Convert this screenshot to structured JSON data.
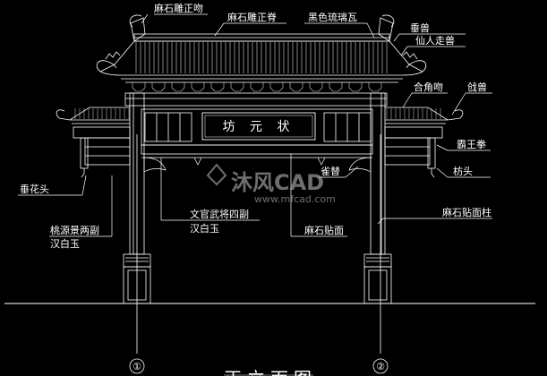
{
  "drawing": {
    "plaque_text": "坊 元 状",
    "view_title": "正立面图",
    "grid_labels": [
      "①",
      "②"
    ],
    "callouts": [
      {
        "id": "c1",
        "text": "麻石雕正吻"
      },
      {
        "id": "c2",
        "text": "麻石雕正脊"
      },
      {
        "id": "c3",
        "text": "黑色琉璃瓦"
      },
      {
        "id": "c4",
        "text": "垂兽"
      },
      {
        "id": "c5",
        "text": "仙人走兽"
      },
      {
        "id": "c6",
        "text": "合角吻"
      },
      {
        "id": "c7",
        "text": "戗兽"
      },
      {
        "id": "c8",
        "text": "霸王拳"
      },
      {
        "id": "c9",
        "text": "枋头"
      },
      {
        "id": "c10",
        "text": "垂花头"
      },
      {
        "id": "c11",
        "text": "雀替"
      },
      {
        "id": "c12",
        "text": "文官武将四副"
      },
      {
        "id": "c13",
        "text": "汉白玉"
      },
      {
        "id": "c14",
        "text": "麻石贴面"
      },
      {
        "id": "c15",
        "text": "麻石贴面柱"
      },
      {
        "id": "c16",
        "text": "桃源景两副"
      },
      {
        "id": "c17",
        "text": "汉白玉"
      }
    ]
  },
  "watermark": {
    "brand": "沐风CAD",
    "url": "www.mfcad.com"
  },
  "colors": {
    "background": "#000000",
    "line": "#ffffff",
    "detail": "#d8d8d8"
  }
}
